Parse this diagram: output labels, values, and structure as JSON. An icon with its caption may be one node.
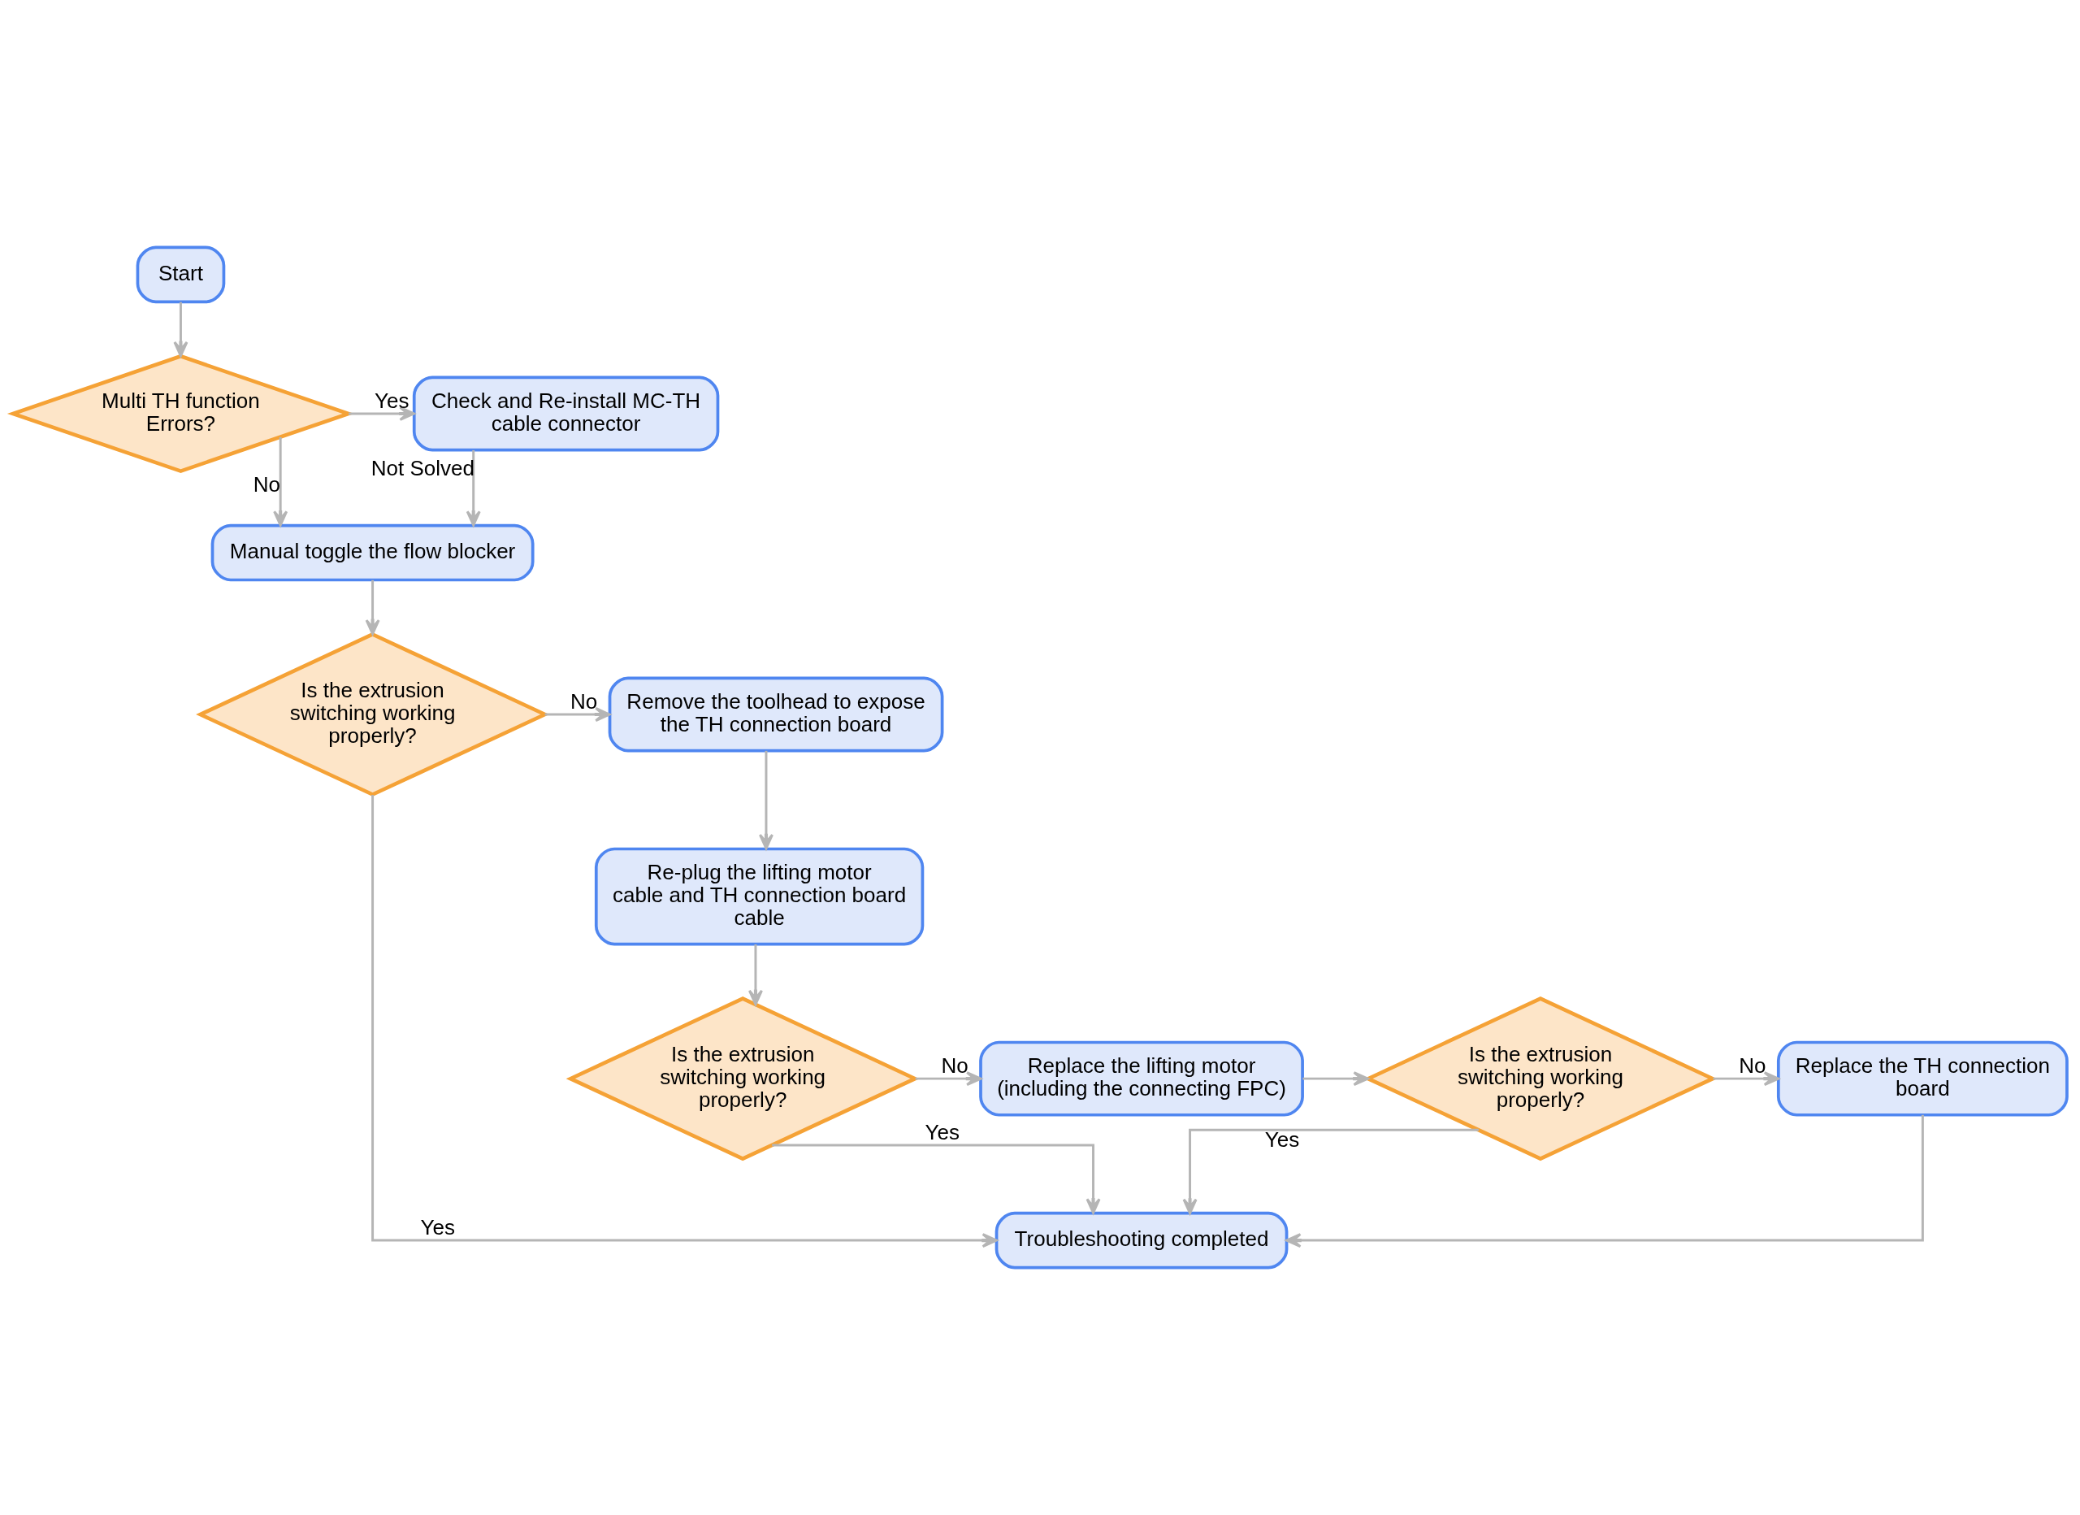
{
  "diagram": {
    "nodes": [
      {
        "text": [
          "Start"
        ]
      },
      {
        "text": [
          "Multi TH function Errors?"
        ]
      },
      {
        "text": [
          "Check and Re-install MC-TH cable connector"
        ]
      },
      {
        "text": [
          "Manual toggle the flow blocker"
        ]
      },
      {
        "text": [
          "Is the extrusion switching working properly?"
        ]
      },
      {
        "text": [
          "Remove the toolhead to expose the TH connection board"
        ]
      },
      {
        "text": [
          "Re-plug the lifting motor cable and TH connection board cable"
        ]
      },
      {
        "text": [
          "Is the extrusion switching working properly?"
        ]
      },
      {
        "text": [
          "Replace the lifting motor (including the connecting FPC)"
        ]
      },
      {
        "text": [
          "Is the extrusion switching working properly?"
        ]
      },
      {
        "text": [
          "Replace the TH connection board"
        ]
      },
      {
        "text": [
          "Troubleshooting completed"
        ]
      }
    ],
    "edges": [
      {
        "from": 0,
        "to": 1,
        "arrow": "to"
      },
      {
        "from": 1,
        "to": 2,
        "arrow": "to",
        "label": "Yes"
      },
      {
        "from": 1,
        "to": 3,
        "arrow": "to",
        "label": "No"
      },
      {
        "from": 2,
        "to": 3,
        "arrow": "to",
        "label": "Not Solved"
      },
      {
        "from": 3,
        "to": 4,
        "arrow": "to"
      },
      {
        "from": 4,
        "to": 5,
        "arrow": "to",
        "label": "No"
      },
      {
        "from": 4,
        "to": 11,
        "arrow": "to",
        "label": "Yes"
      },
      {
        "from": 5,
        "to": 6,
        "arrow": "to"
      },
      {
        "from": 6,
        "to": 7,
        "arrow": "to"
      },
      {
        "from": 7,
        "to": 8,
        "arrow": "to",
        "label": "No"
      },
      {
        "from": 7,
        "to": 11,
        "arrow": "to",
        "label": "Yes"
      },
      {
        "from": 8,
        "to": 9,
        "arrow": "to"
      },
      {
        "from": 9,
        "to": 10,
        "arrow": "to",
        "label": "No"
      },
      {
        "from": 9,
        "to": 11,
        "arrow": "to",
        "label": "Yes"
      },
      {
        "from": 10,
        "to": 11,
        "arrow": "to"
      }
    ]
  }
}
